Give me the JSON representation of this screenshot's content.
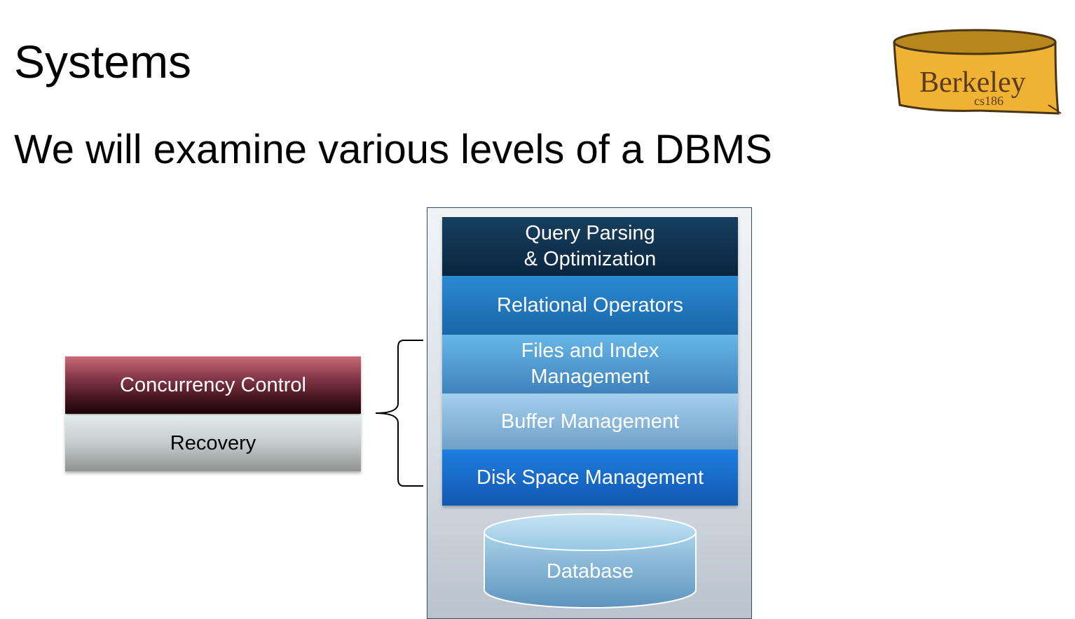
{
  "slide": {
    "title": "Systems",
    "subtitle": "We will examine various levels of a DBMS"
  },
  "logo": {
    "text": "Berkeley",
    "subtext": "cs186",
    "fill_color": "#f0b233",
    "top_color": "#b8871c",
    "outline_color": "#4a3416"
  },
  "dbms_stack": {
    "layers": [
      {
        "label": "Query Parsing\n& Optimization",
        "color": "#0d2d4a"
      },
      {
        "label": "Relational Operators",
        "color": "#1f78c0"
      },
      {
        "label": "Files and Index\nManagement",
        "color": "#54a4da"
      },
      {
        "label": "Buffer Management",
        "color": "#8fbfe0"
      },
      {
        "label": "Disk Space Management",
        "color": "#1669c8"
      }
    ],
    "database_label": "Database",
    "database_color": "#8dc3e0"
  },
  "side_modules": {
    "concurrency_control": "Concurrency Control",
    "recovery": "Recovery"
  }
}
